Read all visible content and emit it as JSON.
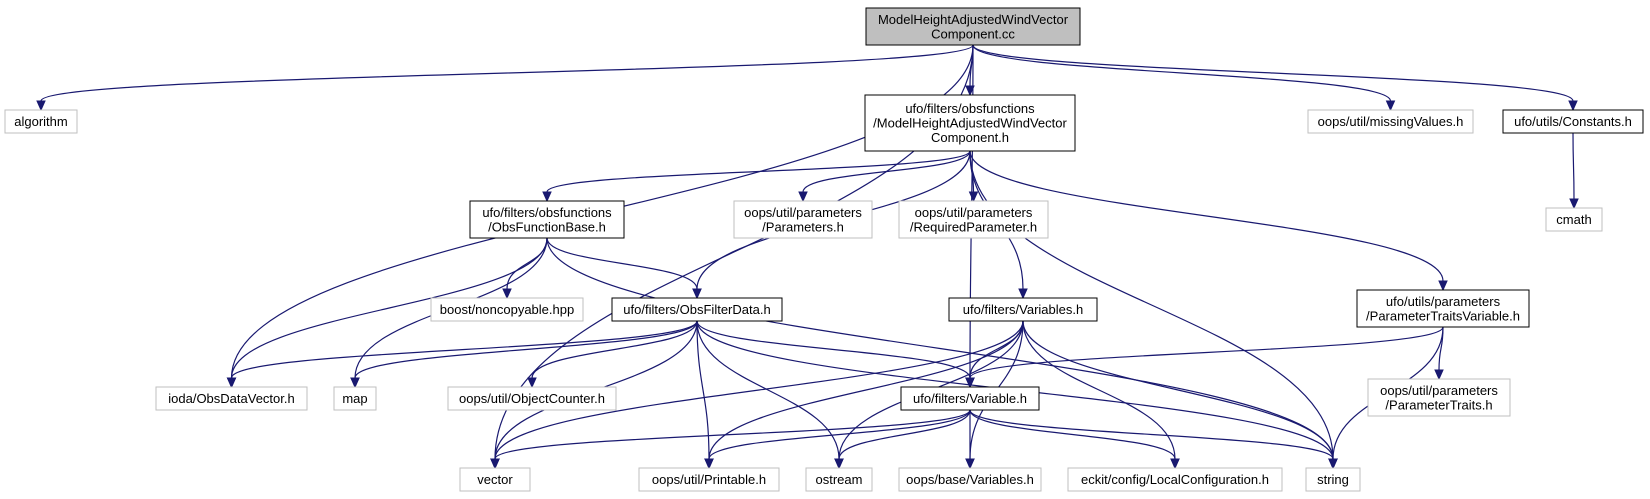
{
  "colors": {
    "edge": "#191970",
    "root_fill": "#bfbfbf",
    "root_border": "#000000",
    "documented_border": "#000000",
    "external_border": "#bfbfbf"
  },
  "nodes": {
    "root": {
      "lines": [
        "ModelHeightAdjustedWindVector",
        "Component.cc"
      ]
    },
    "algorithm": {
      "lines": [
        "algorithm"
      ]
    },
    "vector": {
      "lines": [
        "vector"
      ]
    },
    "iodaObsDataVector": {
      "lines": [
        "ioda/ObsDataVector.h"
      ]
    },
    "mhawvcH": {
      "lines": [
        "ufo/filters/obsfunctions",
        "/ModelHeightAdjustedWindVector",
        "Component.h"
      ]
    },
    "missingValues": {
      "lines": [
        "oops/util/missingValues.h"
      ]
    },
    "constants": {
      "lines": [
        "ufo/utils/Constants.h"
      ]
    },
    "cmath": {
      "lines": [
        "cmath"
      ]
    },
    "obsFunctionBase": {
      "lines": [
        "ufo/filters/obsfunctions",
        "/ObsFunctionBase.h"
      ]
    },
    "parametersH": {
      "lines": [
        "oops/util/parameters",
        "/Parameters.h"
      ]
    },
    "requiredParameter": {
      "lines": [
        "oops/util/parameters",
        "/RequiredParameter.h"
      ]
    },
    "obsFilterData": {
      "lines": [
        "ufo/filters/ObsFilterData.h"
      ]
    },
    "boostNoncopyable": {
      "lines": [
        "boost/noncopyable.hpp"
      ]
    },
    "filtersVariables": {
      "lines": [
        "ufo/filters/Variables.h"
      ]
    },
    "paramTraitsVariable": {
      "lines": [
        "ufo/utils/parameters",
        "/ParameterTraitsVariable.h"
      ]
    },
    "map": {
      "lines": [
        "map"
      ]
    },
    "objectCounter": {
      "lines": [
        "oops/util/ObjectCounter.h"
      ]
    },
    "filtersVariable": {
      "lines": [
        "ufo/filters/Variable.h"
      ]
    },
    "paramTraits": {
      "lines": [
        "oops/util/parameters",
        "/ParameterTraits.h"
      ]
    },
    "printable": {
      "lines": [
        "oops/util/Printable.h"
      ]
    },
    "ostream": {
      "lines": [
        "ostream"
      ]
    },
    "oopsBaseVariables": {
      "lines": [
        "oops/base/Variables.h"
      ]
    },
    "localConfiguration": {
      "lines": [
        "eckit/config/LocalConfiguration.h"
      ]
    },
    "string": {
      "lines": [
        "string"
      ]
    }
  },
  "edges": [
    {
      "from": "root",
      "to": "algorithm"
    },
    {
      "from": "root",
      "to": "vector"
    },
    {
      "from": "root",
      "to": "iodaObsDataVector"
    },
    {
      "from": "root",
      "to": "mhawvcH"
    },
    {
      "from": "root",
      "to": "missingValues"
    },
    {
      "from": "root",
      "to": "constants"
    },
    {
      "from": "root",
      "to": "filtersVariable"
    },
    {
      "from": "constants",
      "to": "cmath"
    },
    {
      "from": "mhawvcH",
      "to": "obsFunctionBase"
    },
    {
      "from": "mhawvcH",
      "to": "parametersH"
    },
    {
      "from": "mhawvcH",
      "to": "requiredParameter"
    },
    {
      "from": "mhawvcH",
      "to": "obsFilterData"
    },
    {
      "from": "mhawvcH",
      "to": "filtersVariables"
    },
    {
      "from": "mhawvcH",
      "to": "paramTraitsVariable"
    },
    {
      "from": "mhawvcH",
      "to": "string"
    },
    {
      "from": "obsFunctionBase",
      "to": "iodaObsDataVector"
    },
    {
      "from": "obsFunctionBase",
      "to": "map"
    },
    {
      "from": "obsFunctionBase",
      "to": "boostNoncopyable"
    },
    {
      "from": "obsFunctionBase",
      "to": "obsFilterData"
    },
    {
      "from": "obsFunctionBase",
      "to": "string"
    },
    {
      "from": "obsFilterData",
      "to": "iodaObsDataVector"
    },
    {
      "from": "obsFilterData",
      "to": "map"
    },
    {
      "from": "obsFilterData",
      "to": "objectCounter"
    },
    {
      "from": "obsFilterData",
      "to": "filtersVariable"
    },
    {
      "from": "obsFilterData",
      "to": "vector"
    },
    {
      "from": "obsFilterData",
      "to": "printable"
    },
    {
      "from": "obsFilterData",
      "to": "ostream"
    },
    {
      "from": "obsFilterData",
      "to": "string"
    },
    {
      "from": "filtersVariables",
      "to": "filtersVariable"
    },
    {
      "from": "filtersVariables",
      "to": "vector"
    },
    {
      "from": "filtersVariables",
      "to": "printable"
    },
    {
      "from": "filtersVariables",
      "to": "ostream"
    },
    {
      "from": "filtersVariables",
      "to": "oopsBaseVariables"
    },
    {
      "from": "filtersVariables",
      "to": "localConfiguration"
    },
    {
      "from": "filtersVariables",
      "to": "string"
    },
    {
      "from": "paramTraitsVariable",
      "to": "filtersVariable"
    },
    {
      "from": "paramTraitsVariable",
      "to": "paramTraits"
    },
    {
      "from": "paramTraitsVariable",
      "to": "string"
    },
    {
      "from": "filtersVariable",
      "to": "vector"
    },
    {
      "from": "filtersVariable",
      "to": "printable"
    },
    {
      "from": "filtersVariable",
      "to": "ostream"
    },
    {
      "from": "filtersVariable",
      "to": "oopsBaseVariables"
    },
    {
      "from": "filtersVariable",
      "to": "localConfiguration"
    },
    {
      "from": "filtersVariable",
      "to": "string"
    }
  ]
}
